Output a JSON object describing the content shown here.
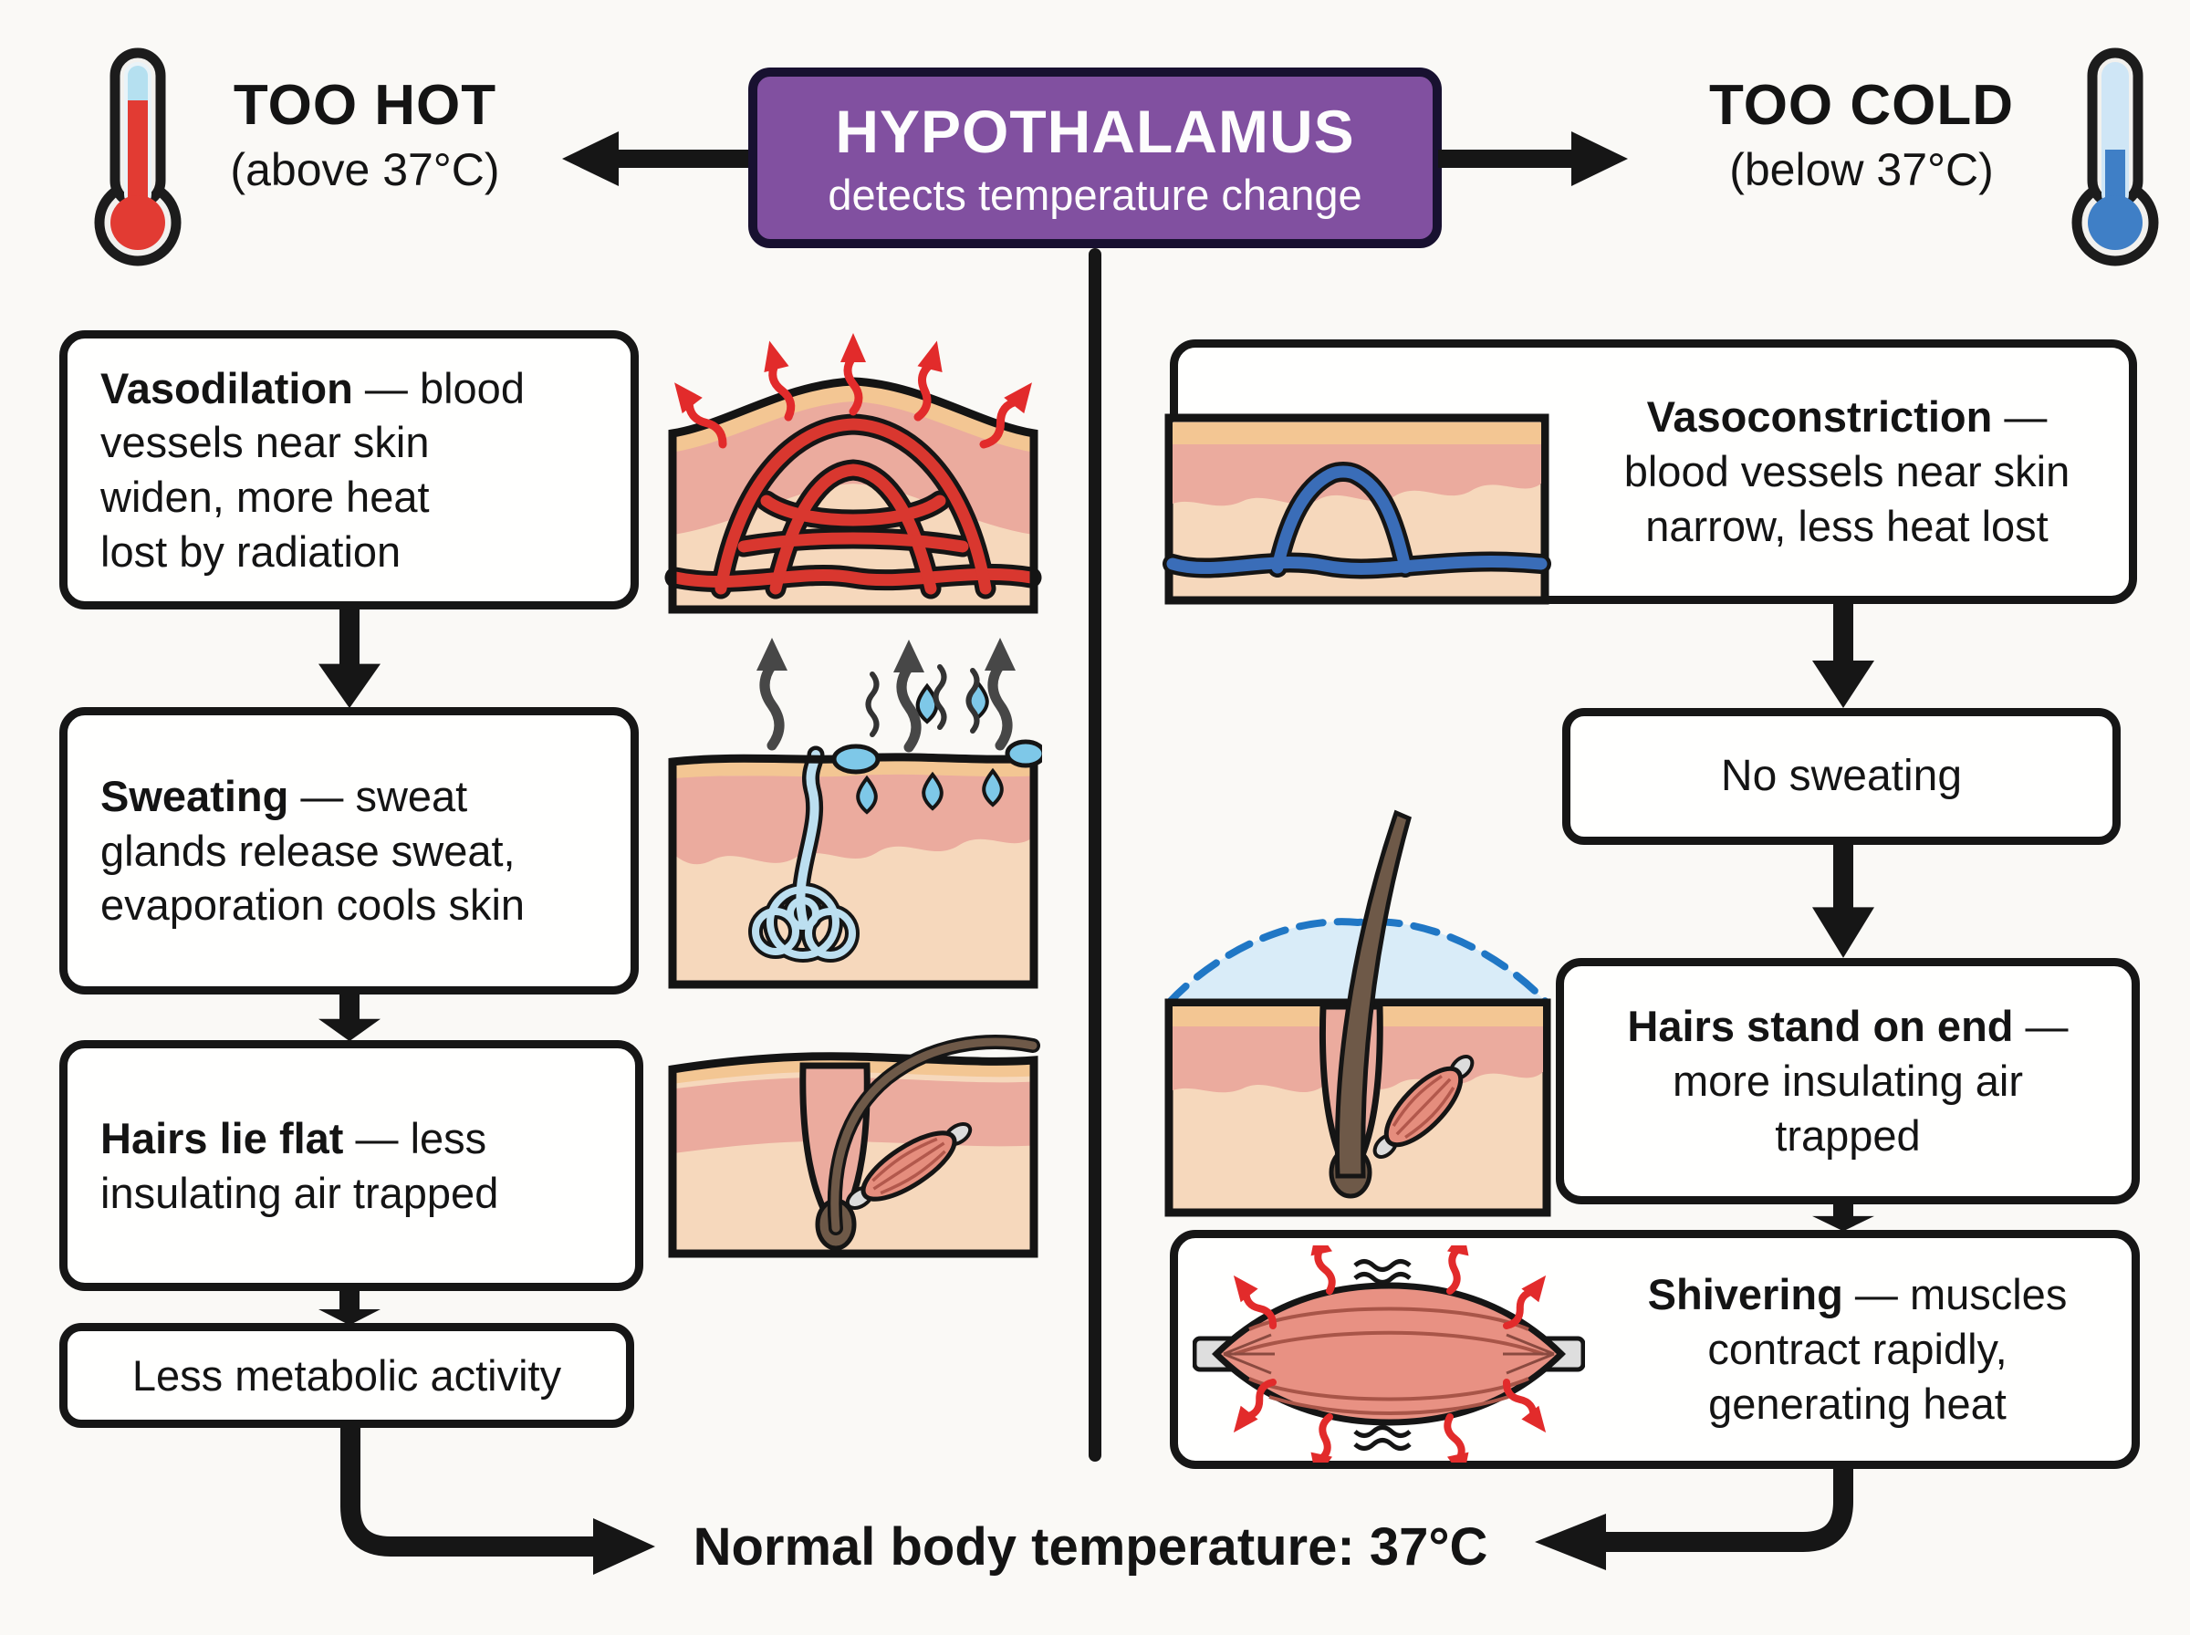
{
  "header": {
    "center": {
      "title": "HYPOTHALAMUS",
      "subtitle": "detects temperature change"
    },
    "hot": {
      "title": "TOO HOT",
      "subtitle": "(above 37°C)"
    },
    "cold": {
      "title": "TOO COLD",
      "subtitle": "(below 37°C)"
    }
  },
  "hot_branch": {
    "step1": {
      "lead": "Vasodilation",
      "lead_rest": " — blood",
      "lines": [
        "vessels near skin",
        "widen, more heat",
        "lost by radiation"
      ]
    },
    "step2": {
      "lead": "Sweating",
      "lead_rest": " — sweat",
      "lines": [
        "glands release sweat,",
        "evaporation cools skin"
      ]
    },
    "step3": {
      "lead": "Hairs lie flat",
      "lead_rest": " — less",
      "lines": [
        "insulating air trapped"
      ]
    },
    "step4": {
      "text": "Less metabolic activity"
    }
  },
  "cold_branch": {
    "step1": {
      "lead": "Vasoconstriction",
      "lead_rest": " —",
      "lines": [
        "blood vessels near skin",
        "narrow, less heat lost"
      ]
    },
    "step2": {
      "text": "No sweating"
    },
    "step3": {
      "lead": "Hairs stand on end",
      "lead_rest": " —",
      "lines": [
        "more insulating air",
        "trapped"
      ]
    },
    "step4": {
      "lead": "Shivering",
      "lead_rest": " — muscles",
      "lines": [
        "contract rapidly,",
        "generating heat"
      ]
    }
  },
  "footer": {
    "normal_temp": "Normal body temperature: 37°C"
  },
  "icons": {
    "thermometer_hot": "red thermometer glyph",
    "thermometer_cold": "blue thermometer glyph",
    "flow_arrow": "black block arrow",
    "heat_wave_arrow": "red wavy arrow",
    "evaporation_arrow": "gray wavy arrow"
  },
  "colors": {
    "background": "#faf9f6",
    "hypothalamus_purple": "#8150a0",
    "box_border": "#161616",
    "hot_red": "#e23b33",
    "cold_blue": "#3f7fc6",
    "vessel_red": "#d9372f",
    "vessel_blue": "#3a6db8",
    "skin_epidermis": "#f3c693",
    "skin_dermis": "#ebab9e",
    "skin_subcutis": "#f6d8bc",
    "hair_brown": "#6e5948",
    "muscle_pink": "#e58d7d",
    "sweat_blue": "#7ec8e8",
    "dashed_air_blue": "#2077c5"
  }
}
